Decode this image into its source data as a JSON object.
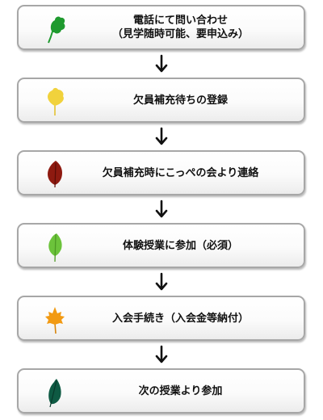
{
  "steps": [
    {
      "line1": "電話にて問い合わせ",
      "line2": "（見学随時可能、要申込み）",
      "leaf_color": "#1f9a2f",
      "icon": "green-leaf-icon"
    },
    {
      "line1": "欠員補充待ちの登録",
      "leaf_color": "#f1d23c",
      "icon": "yellow-leaf-icon"
    },
    {
      "line1": "欠員補充時にこっぺの会より連絡",
      "leaf_color": "#8e1a10",
      "icon": "dark-red-leaf-icon"
    },
    {
      "line1": "体験授業に参加（必須）",
      "leaf_color": "#6cc33b",
      "icon": "light-green-leaf-icon"
    },
    {
      "line1": "入会手続き（入会金等納付）",
      "leaf_color": "#f29a12",
      "icon": "orange-maple-leaf-icon"
    },
    {
      "line1": "次の授業より参加",
      "leaf_color": "#0e5a43",
      "icon": "dark-green-leaf-icon"
    }
  ]
}
